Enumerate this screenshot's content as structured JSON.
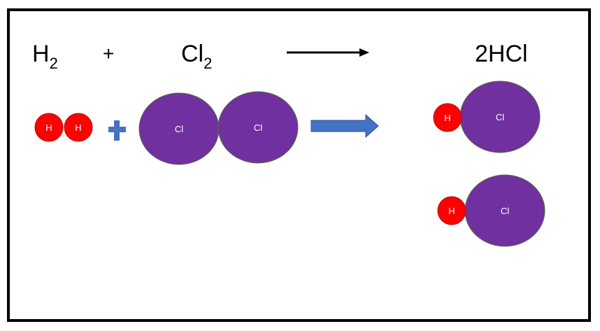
{
  "equation": {
    "h2_symbol": "H",
    "h2_subscript": "2",
    "plus": "+",
    "cl2_symbol": "Cl",
    "cl2_subscript": "2",
    "product": "2HCl"
  },
  "atoms": {
    "hydrogen_label": "H",
    "chlorine_label": "Cl"
  },
  "colors": {
    "hydrogen": "#ff0000",
    "chlorine": "#7030a0",
    "plus_sign": "#4472c4",
    "arrow": "#4472c4",
    "outline": "#000000"
  }
}
